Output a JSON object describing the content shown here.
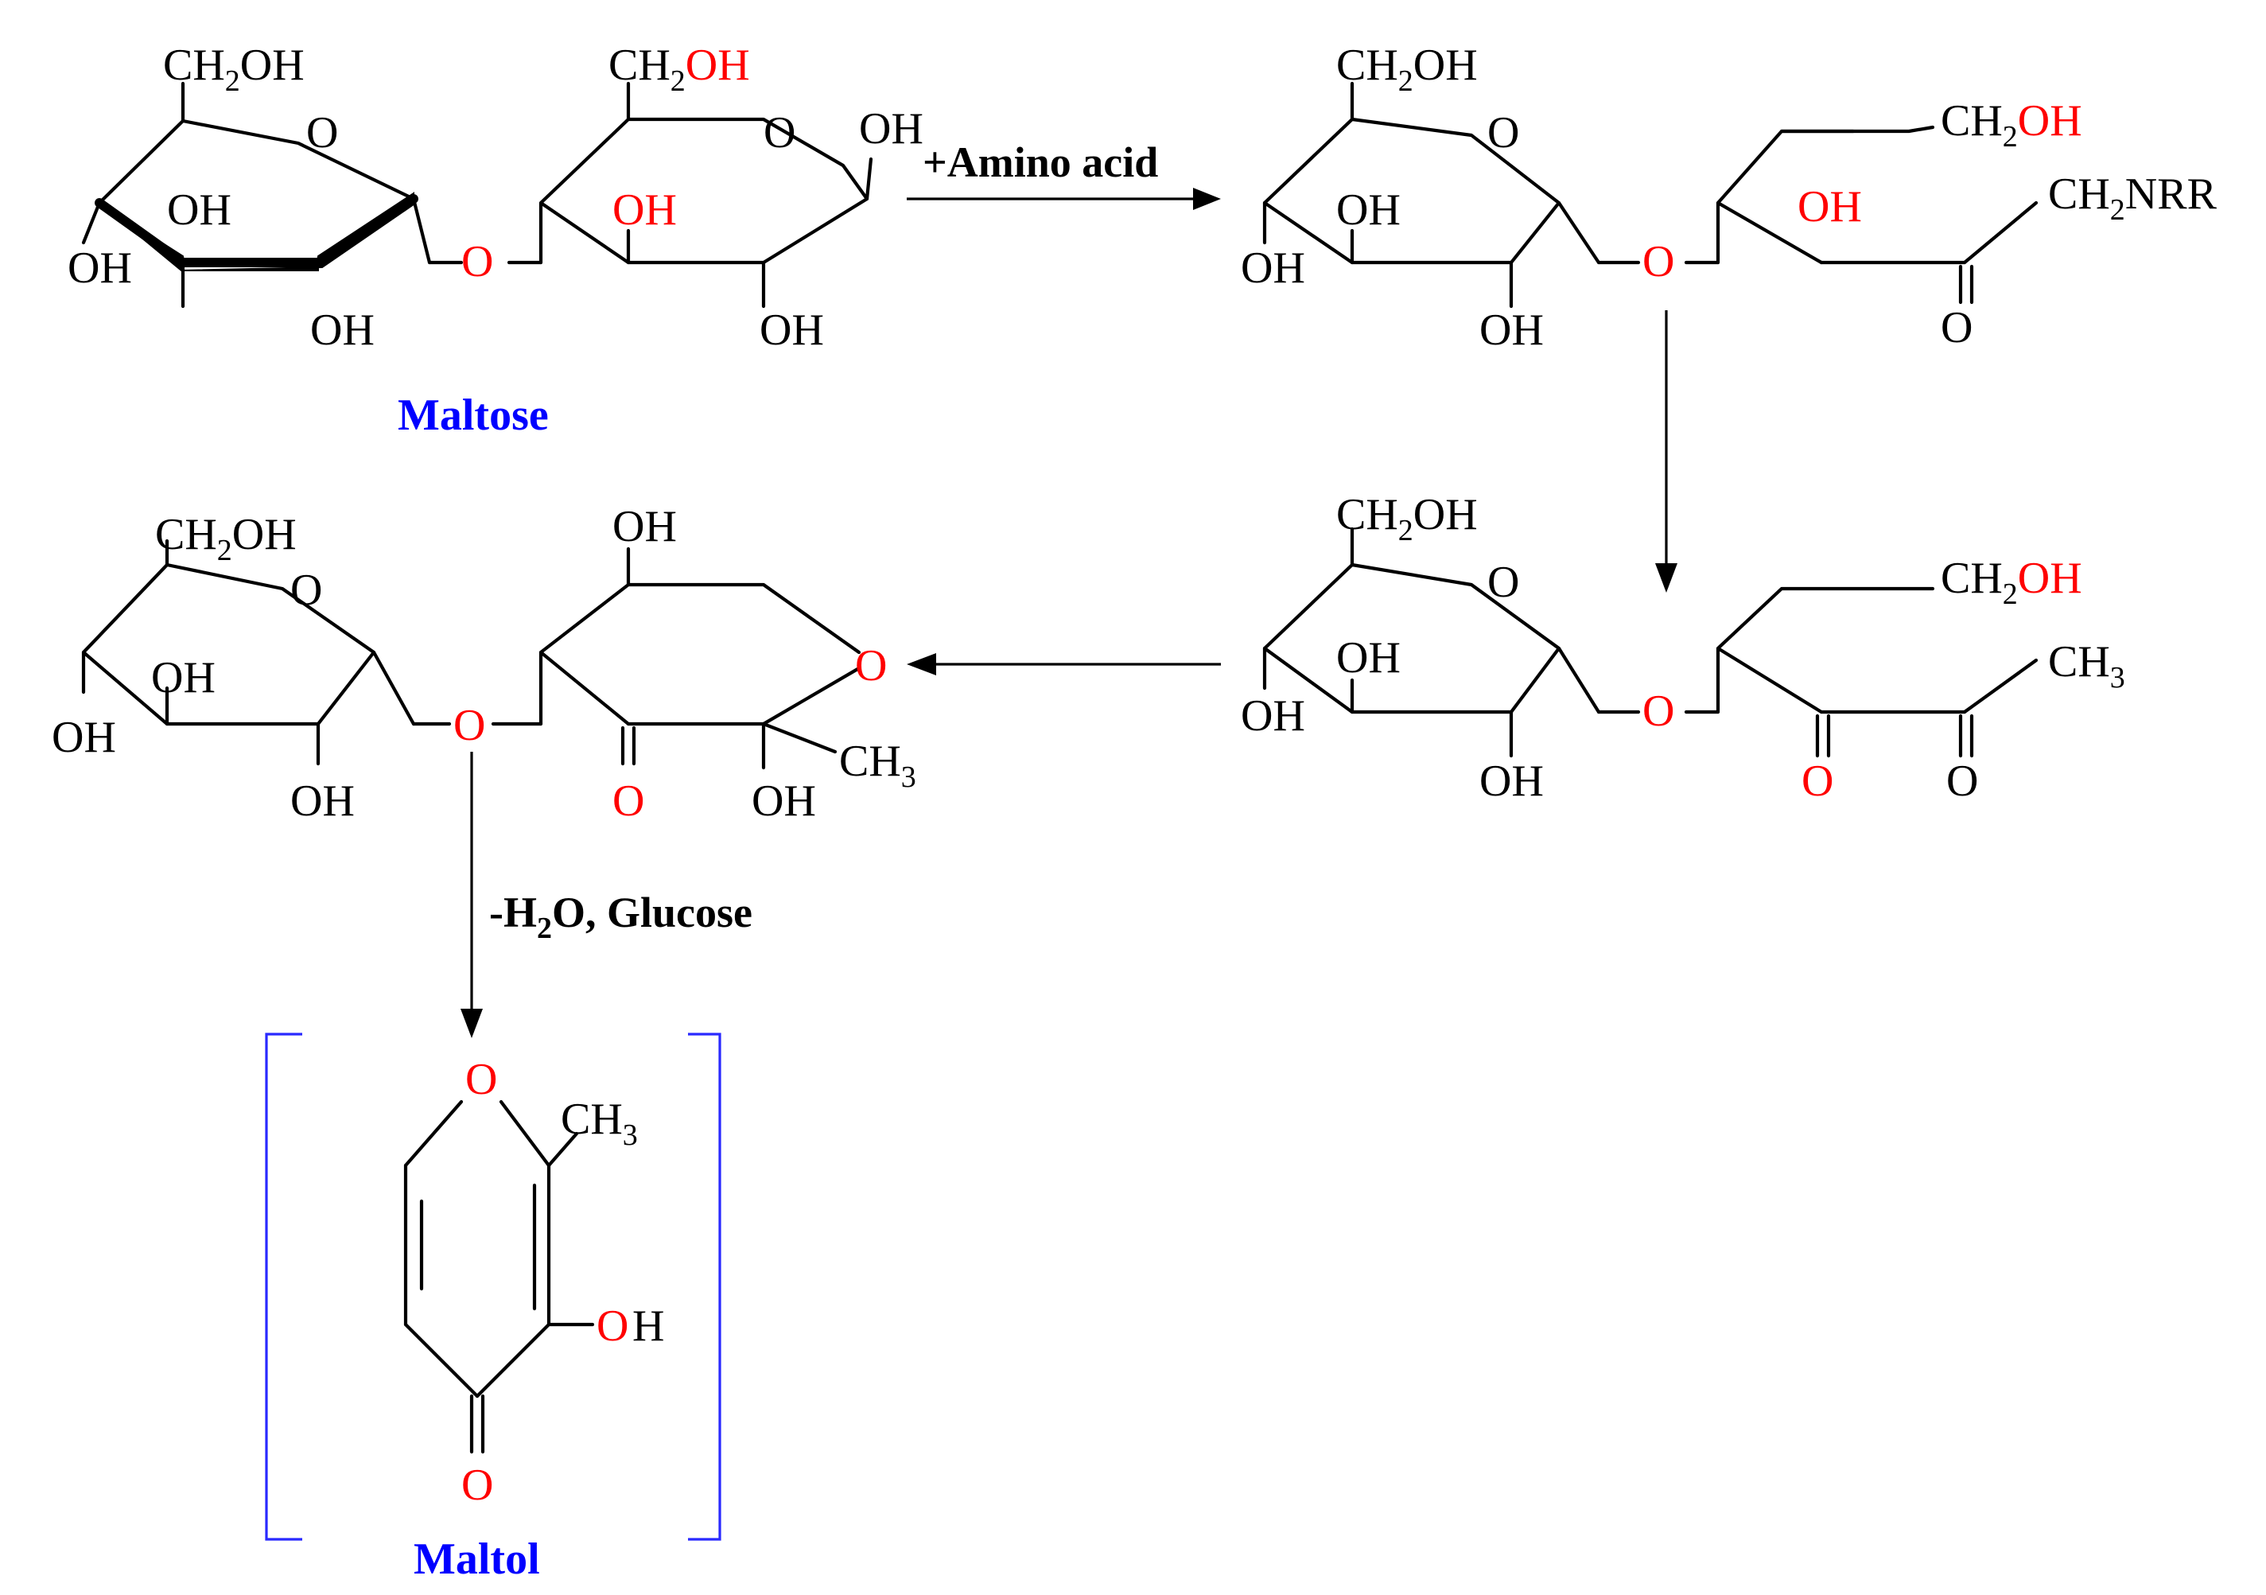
{
  "diagram": {
    "captions": {
      "maltose": "Maltose",
      "maltol": "Maltol"
    },
    "conditions": {
      "amino_acid": "+Amino acid",
      "dehydration_h": "-H",
      "dehydration_sub": "2",
      "dehydration_tail": "O, Glucose"
    },
    "labels": {
      "oh": "OH",
      "o": "O",
      "ch2oh_a": "CH",
      "two": "2",
      "three": "3",
      "ch3_a": "CH",
      "nrr": "NRR"
    },
    "colors": {
      "bond": "#000000",
      "heteroatom_highlight": "#ff0000",
      "caption": "#0000ff",
      "bracket": "#2929ff"
    }
  }
}
